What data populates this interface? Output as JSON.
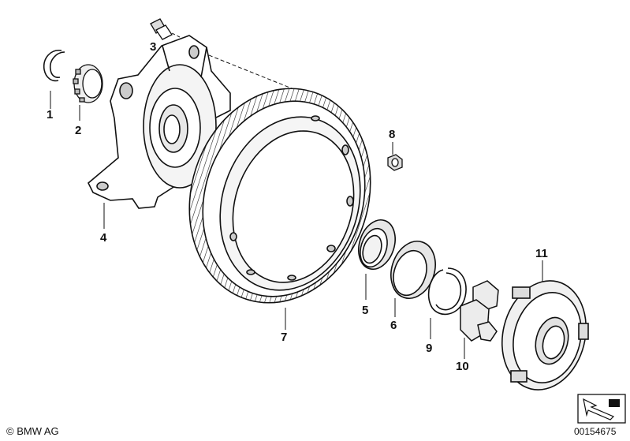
{
  "callouts": [
    "1",
    "2",
    "3",
    "4",
    "5",
    "6",
    "7",
    "8",
    "9",
    "10",
    "11"
  ],
  "copyright": "© BMW AG",
  "diagram_id": "00154675",
  "icon": "direction-arrow-icon"
}
